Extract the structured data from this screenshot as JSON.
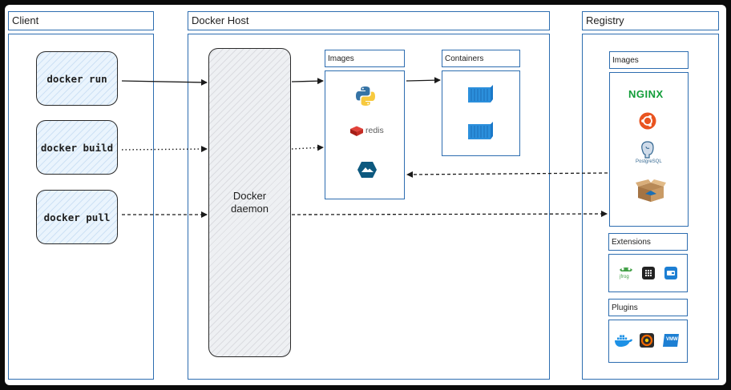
{
  "client": {
    "title": "Client",
    "commands": [
      "docker run",
      "docker build",
      "docker pull"
    ]
  },
  "host": {
    "title": "Docker Host",
    "daemon_label": "Docker daemon",
    "images_title": "Images",
    "containers_title": "Containers",
    "redis_label": "redis"
  },
  "registry": {
    "title": "Registry",
    "images_title": "Images",
    "extensions_title": "Extensions",
    "plugins_title": "Plugins",
    "nginx_label": "NGINX",
    "postgres_label": "PostgreSQL",
    "jfrog_label": "jfrog",
    "vmware_label": "VMW"
  },
  "colors": {
    "border": "#2d6db0",
    "container_blue": "#2b8fdc",
    "nginx_green": "#129d39",
    "ubuntu_orange": "#e95420"
  },
  "icons": [
    "python-icon",
    "redis-icon",
    "alpine-icon",
    "container-icon",
    "nginx-logo",
    "ubuntu-icon",
    "postgresql-icon",
    "package-box-icon",
    "jfrog-icon",
    "grid-app-icon",
    "dashboard-icon",
    "docker-whale-icon",
    "grafana-icon",
    "vmware-icon"
  ]
}
